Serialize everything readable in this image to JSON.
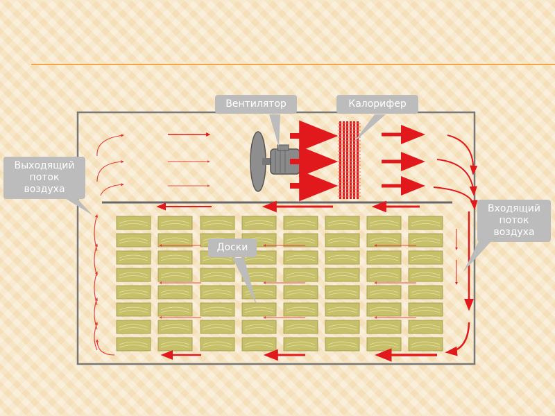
{
  "labels": {
    "fan": "Вентилятор",
    "heater": "Калорифер",
    "outflow": "Выходящий поток воздуха",
    "inflow": "Входящий поток воздуха",
    "boards": "Доски"
  },
  "colors": {
    "arrow": "#e1181c",
    "callout": "#bcbcbc",
    "board": "#c7c06a",
    "frame": "#777777",
    "accent_line": "#f0a64a"
  },
  "icons": [
    "fan-icon",
    "heater-icon",
    "lumber-stack"
  ]
}
